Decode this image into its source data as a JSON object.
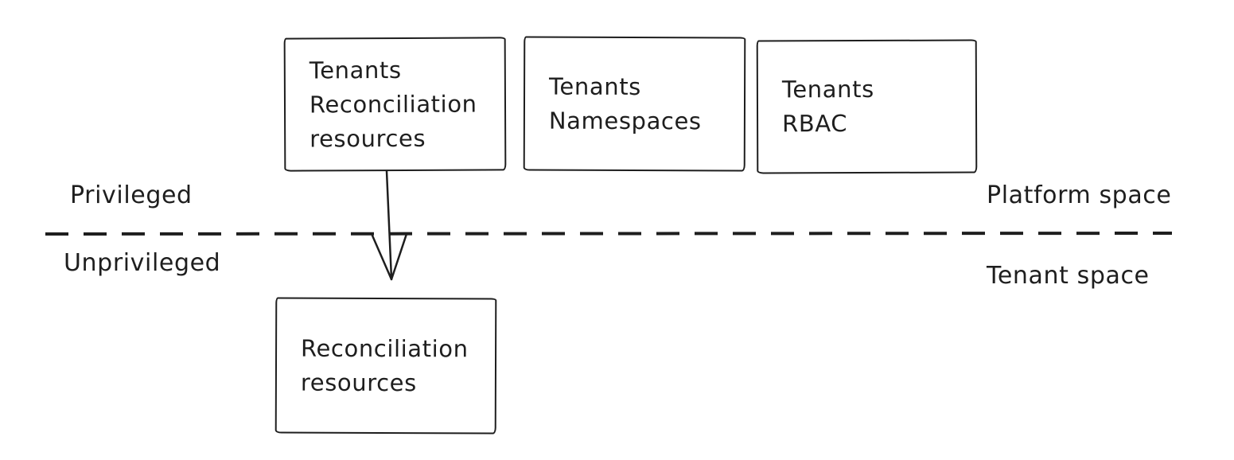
{
  "diagram": {
    "colors": {
      "stroke": "#1e1e1e",
      "background": "#ffffff"
    },
    "boxes": [
      {
        "name": "tenants-reconciliation-resources",
        "lines": [
          "Tenants",
          "Reconciliation",
          "resources"
        ]
      },
      {
        "name": "tenants-namespaces",
        "lines": [
          "Tenants",
          "Namespaces"
        ]
      },
      {
        "name": "tenants-rbac",
        "lines": [
          "Tenants",
          "RBAC"
        ]
      },
      {
        "name": "reconciliation-resources",
        "lines": [
          "Reconciliation",
          "resources"
        ]
      }
    ],
    "zone_labels": {
      "left_top": "Privileged",
      "left_bottom": "Unprivileged",
      "right_top": "Platform space",
      "right_bottom": "Tenant space"
    },
    "connector": {
      "from": "tenants-reconciliation-resources",
      "to": "reconciliation-resources",
      "style": "arrow-down"
    }
  }
}
